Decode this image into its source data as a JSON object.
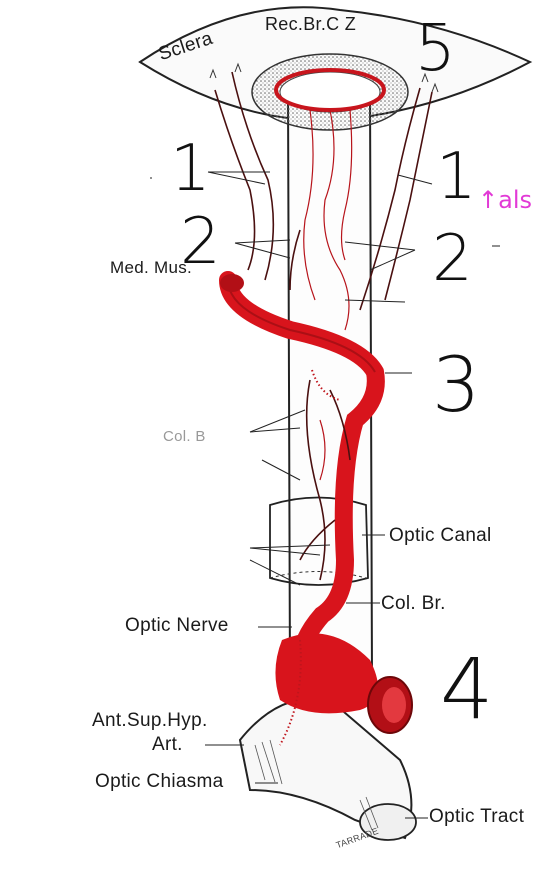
{
  "labels": {
    "sclera": "Sclera",
    "rec_br": "Rec.Br.C Z",
    "med_mus": "Med. Mus.",
    "optic_canal": "Optic Canal",
    "col_br": "Col. Br.",
    "optic_nerve": "Optic Nerve",
    "ant_sup_hyp_1": "Ant.Sup.Hyp.",
    "ant_sup_hyp_2": "Art.",
    "optic_chiasma": "Optic Chiasma",
    "optic_tract": "Optic Tract",
    "artist": "TARRADE",
    "partial_col": "Col. B"
  },
  "handwritten": {
    "n5": "5",
    "n1_left": "1",
    "n1_right": "1",
    "n2_left": "2",
    "n2_right": "2",
    "n3": "3",
    "n4": "4",
    "pink_note": "↑als"
  },
  "colors": {
    "artery": "#d8141c",
    "artery_dark": "#8e0b10",
    "outline": "#2a2a2a",
    "pink_note": "#e23ad6"
  }
}
